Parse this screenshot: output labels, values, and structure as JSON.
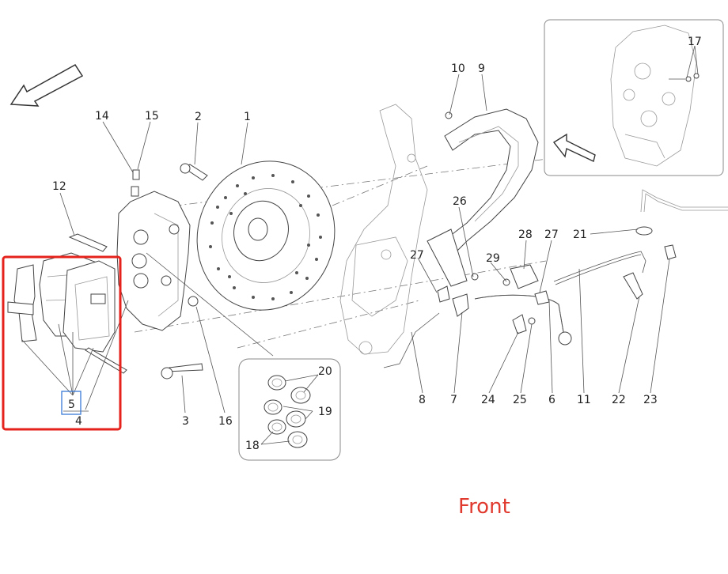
{
  "labels": {
    "l1": "1",
    "l2": "2",
    "l3": "3",
    "l4": "4",
    "l5": "5",
    "l6": "6",
    "l7": "7",
    "l8": "8",
    "l9": "9",
    "l10": "10",
    "l11": "11",
    "l12": "12",
    "l14": "14",
    "l15": "15",
    "l16": "16",
    "l17": "17",
    "l18": "18",
    "l19": "19",
    "l20": "20",
    "l21": "21",
    "l22": "22",
    "l23": "23",
    "l24": "24",
    "l25": "25",
    "l26": "26",
    "l27a": "27",
    "l27b": "27",
    "l28": "28",
    "l29": "29"
  },
  "annotation": {
    "front": "Front"
  },
  "colors": {
    "highlight_box": "#e5221c",
    "selected_box": "#3a7bd5",
    "front_text": "#e03a2f"
  }
}
